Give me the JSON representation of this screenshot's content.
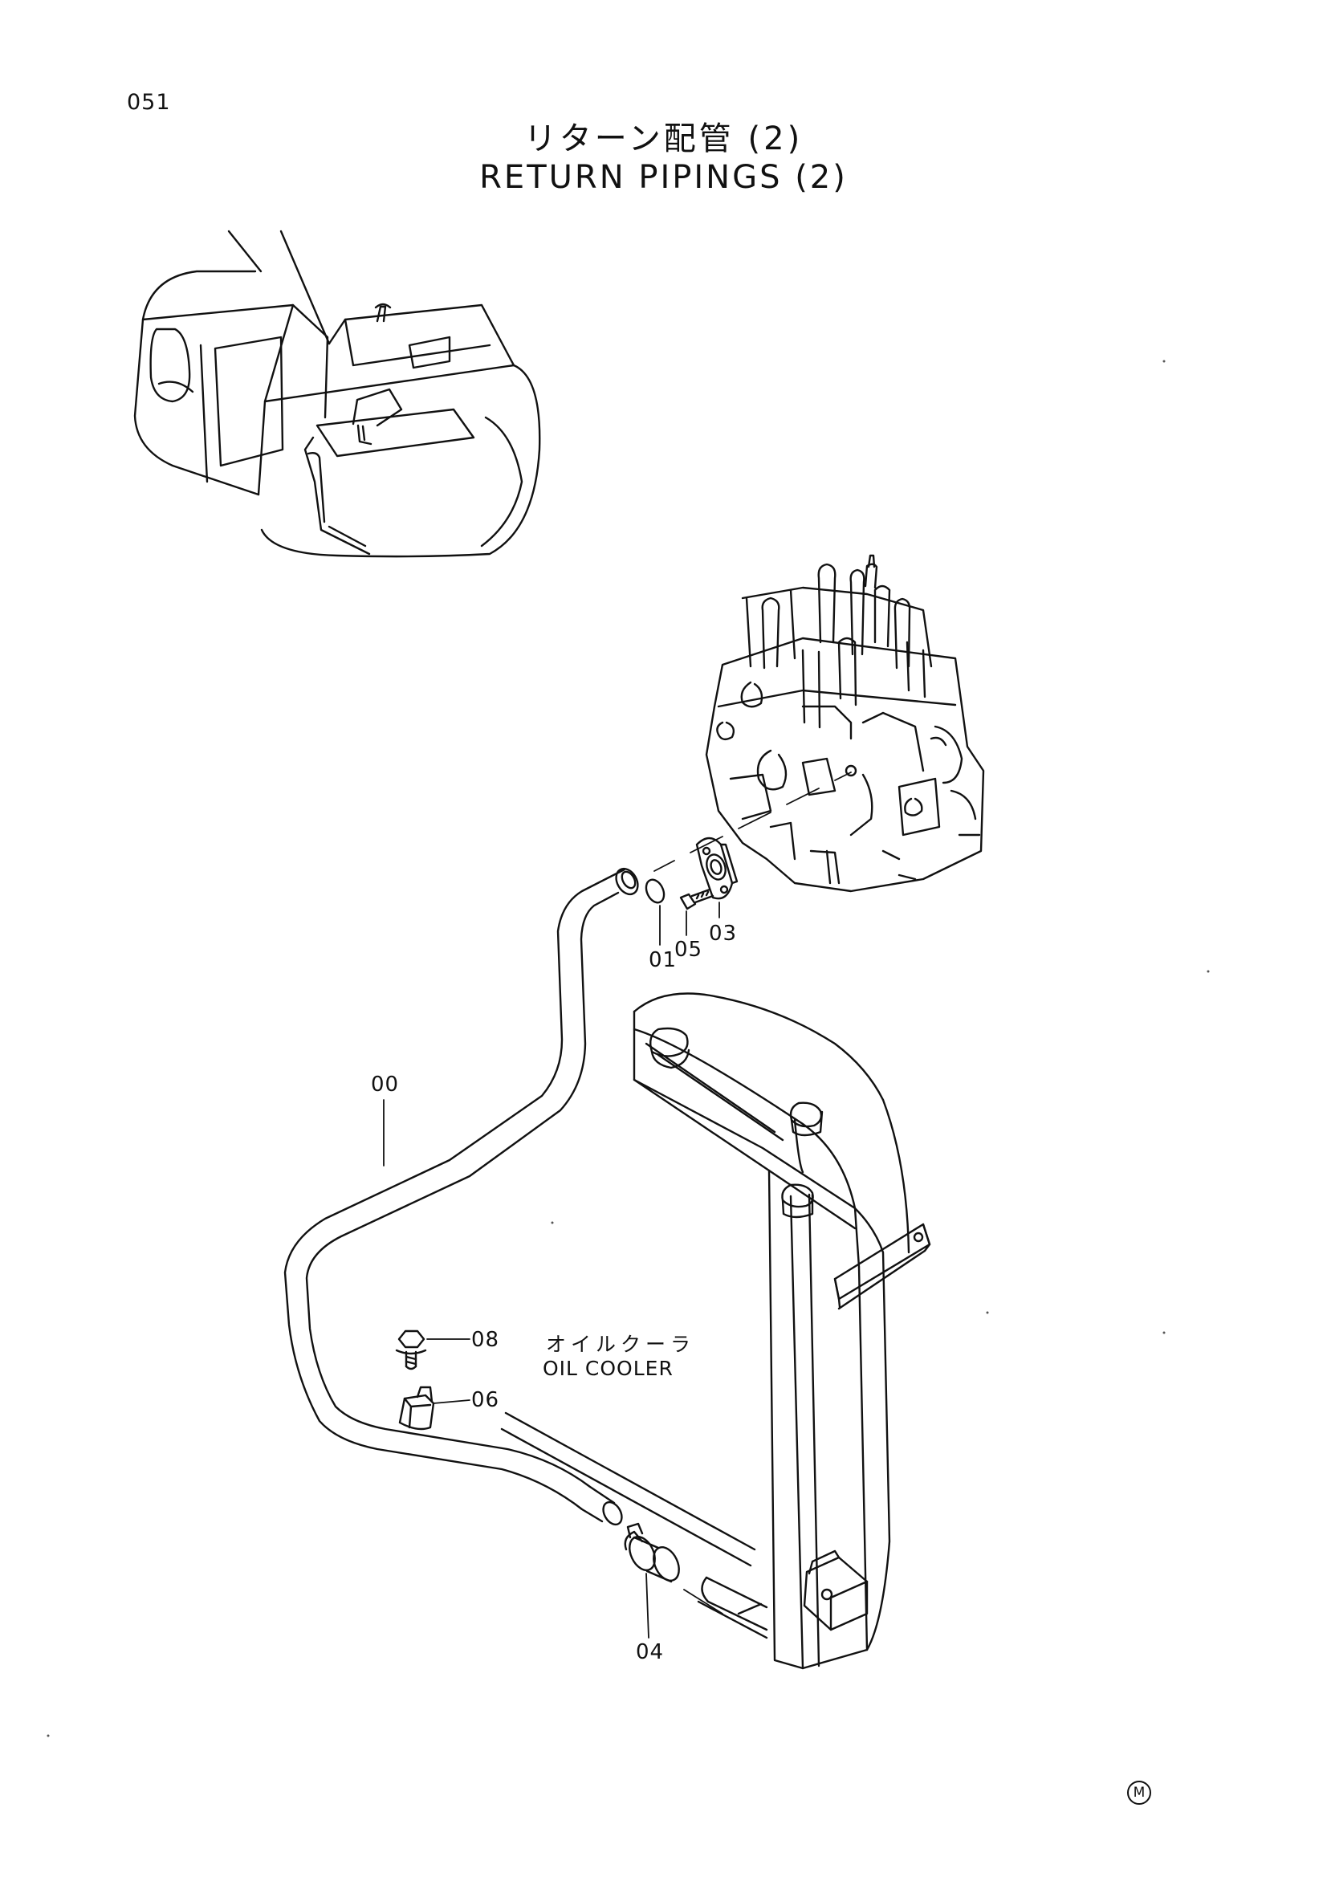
{
  "page": {
    "number": "051"
  },
  "title": {
    "japanese": "リターン配管 (2)",
    "english": "RETURN PIPINGS (2)"
  },
  "oil_cooler": {
    "japanese": "オイルクーラ",
    "english": "OIL COOLER"
  },
  "callouts": {
    "part_00": "00",
    "part_01": "01",
    "part_03": "03",
    "part_04": "04",
    "part_05": "05",
    "part_06": "06",
    "part_08": "08"
  },
  "footer": {
    "mark": "M"
  }
}
